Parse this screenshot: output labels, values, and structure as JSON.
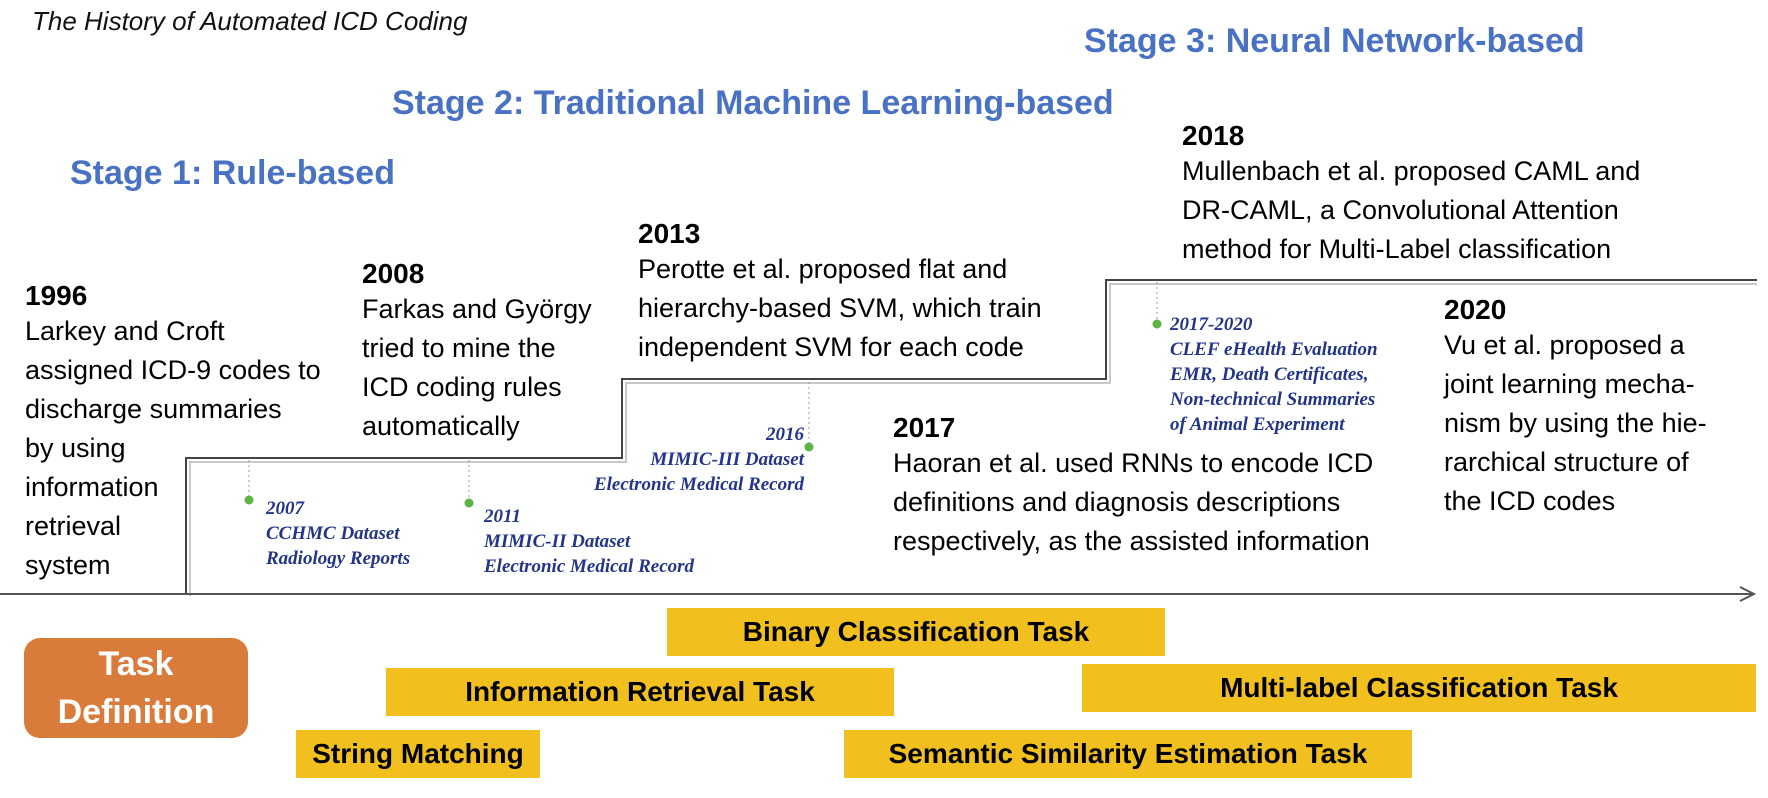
{
  "title": "The History of Automated ICD Coding",
  "stages": {
    "s1": "Stage 1: Rule-based",
    "s2": "Stage 2: Traditional Machine Learning-based",
    "s3": "Stage 3: Neural Network-based"
  },
  "events": {
    "e1996": {
      "year": "1996",
      "lines": [
        "Larkey and Croft",
        "assigned ICD-9 codes to",
        "discharge summaries",
        "by using",
        "information",
        "retrieval",
        "system"
      ]
    },
    "e2008": {
      "year": "2008",
      "lines": [
        "Farkas and György",
        "tried to mine the",
        "ICD coding rules",
        "automatically"
      ]
    },
    "e2013": {
      "year": "2013",
      "lines": [
        "Perotte et al. proposed flat and",
        "hierarchy-based SVM, which train",
        "independent SVM for each code"
      ]
    },
    "e2017": {
      "year": "2017",
      "lines": [
        "Haoran et al. used RNNs to encode ICD",
        "definitions and diagnosis descriptions",
        "respectively, as the assisted information"
      ]
    },
    "e2018": {
      "year": "2018",
      "lines": [
        "Mullenbach et al. proposed CAML and",
        "DR-CAML, a Convolutional Attention",
        "method for Multi-Label classification"
      ]
    },
    "e2020": {
      "year": "2020",
      "lines": [
        "Vu et al. proposed a",
        "joint learning mecha-",
        "nism by using the hie-",
        "rarchical structure of",
        "the ICD codes"
      ]
    }
  },
  "datasets": {
    "d2007": [
      "2007",
      "CCHMC Dataset",
      "Radiology Reports"
    ],
    "d2011": [
      "2011",
      "MIMIC-II Dataset",
      "Electronic Medical Record"
    ],
    "d2016": [
      "2016",
      "MIMIC-III Dataset",
      "Electronic Medical Record"
    ],
    "d2017": [
      "2017-2020",
      "CLEF eHealth Evaluation",
      "EMR, Death Certificates,",
      "Non-technical Summaries",
      "of Animal Experiment"
    ]
  },
  "task_definition": [
    "Task",
    "Definition"
  ],
  "tasks": {
    "binary": "Binary Classification Task",
    "ir": "Information Retrieval Task",
    "multilabel": "Multi-label Classification Task",
    "string": "String Matching",
    "semantic": "Semantic Similarity Estimation Task"
  },
  "colors": {
    "stage": "#4a72c4",
    "dataset": "#22348c",
    "dot": "#5db346",
    "bar": "#f2c01e",
    "taskdef": "#d97b3a"
  }
}
